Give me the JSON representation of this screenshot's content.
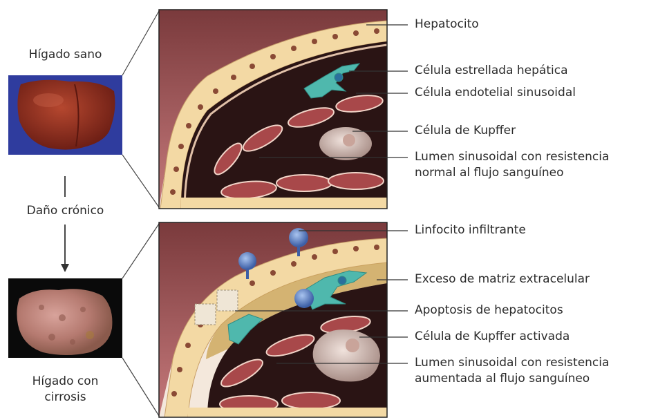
{
  "left": {
    "healthy_label": "Hígado sano",
    "damage_label": "Daño crónico",
    "cirrhosis_label_line1": "Hígado con",
    "cirrhosis_label_line2": "cirrosis"
  },
  "top_panel": {
    "labels": [
      "Hepatocito",
      "Célula estrellada hepática",
      "Célula endotelial sinusoidal",
      "Célula de Kupffer",
      "Lumen sinusoidal con resistencia",
      "normal al flujo sanguíneo"
    ]
  },
  "bottom_panel": {
    "labels": [
      "Linfocito infiltrante",
      "Exceso de matriz extracelular",
      "Apoptosis de hepatocitos",
      "Célula de Kupffer activada",
      "Lumen sinusoidal con resistencia",
      "aumentada al flujo sanguíneo"
    ]
  },
  "colors": {
    "healthy_bg": "#2f3c9e",
    "cirrhosis_bg": "#0a0a0a",
    "liver_healthy": "#8e2a1c",
    "liver_cirrhotic": "#b77c74",
    "tissue": "#b9666b",
    "hepatocyte": "#f3d9a4",
    "nucleus": "#8a4a35",
    "stellate": "#4fb8ad",
    "lymphocyte": "#5f86c6"
  }
}
